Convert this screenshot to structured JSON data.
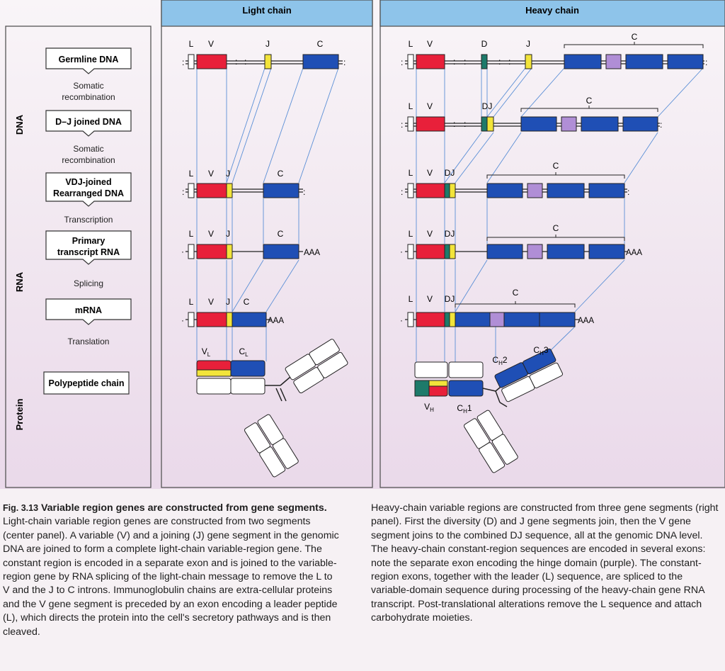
{
  "panel_headers": {
    "light": "Light chain",
    "heavy": "Heavy chain"
  },
  "side_labels": {
    "dna": "DNA",
    "rna": "RNA",
    "protein": "Protein"
  },
  "stages": [
    {
      "label": "Germline DNA"
    },
    {
      "label": "D–J joined DNA"
    },
    {
      "label": "VDJ-joined Rearranged DNA"
    },
    {
      "label": "Primary transcript RNA"
    },
    {
      "label": "mRNA"
    },
    {
      "label": "Polypeptide chain"
    }
  ],
  "processes": [
    "Somatic recombination",
    "Somatic recombination",
    "Transcription",
    "Splicing",
    "Translation"
  ],
  "segment_labels": {
    "L": "L",
    "V": "V",
    "J": "J",
    "C": "C",
    "D": "D",
    "DJ": "DJ"
  },
  "polyA": "AAA",
  "domain_labels": {
    "VL": "V",
    "VL_sub": "L",
    "CL": "C",
    "CL_sub": "L",
    "VH": "V",
    "VH_sub": "H",
    "CH1": "C",
    "CH1_sub": "H",
    "CH1_num": "1",
    "CH2": "C",
    "CH2_sub": "H",
    "CH2_num": "2",
    "CH3": "C",
    "CH3_sub": "H",
    "CH3_num": "3"
  },
  "caption": {
    "fig_number": "Fig. 3.13",
    "title": "Variable region genes are constructed from gene segments.",
    "left_text": "Light-chain variable region genes are constructed from two segments (center panel). A variable (V) and a joining (J) gene segment in the genomic DNA are joined to form a complete light-chain variable-region gene. The constant region is encoded in a separate exon and is joined to the variable-region gene by RNA splicing of the light-chain message to remove the L to V and the J to C introns. Immunoglobulin chains are extra-cellular proteins and the V gene segment is preceded by an exon encoding a leader peptide (L), which directs the protein into the cell's secretory pathways and is then cleaved.",
    "right_text": "Heavy-chain variable regions are constructed from three gene segments (right panel). First the diversity (D) and J gene segments join, then the V gene segment joins to the combined DJ sequence, all at the genomic DNA level. The heavy-chain constant-region sequences are encoded in several exons: note the separate exon encoding the hinge domain (purple). The constant-region exons, together with the leader (L) sequence, are spliced to the variable-domain sequence during processing of the heavy-chain gene RNA transcript. Post-translational alterations remove the L sequence and attach carbohydrate moieties."
  },
  "colors": {
    "v_red": "#e8203a",
    "j_yellow": "#f2e43a",
    "c_blue": "#1f4fb5",
    "d_teal": "#1d7a6a",
    "hinge_purple": "#b08ed6",
    "header_blue": "#8ec4ea",
    "guide_blue": "#5b8fd6"
  }
}
